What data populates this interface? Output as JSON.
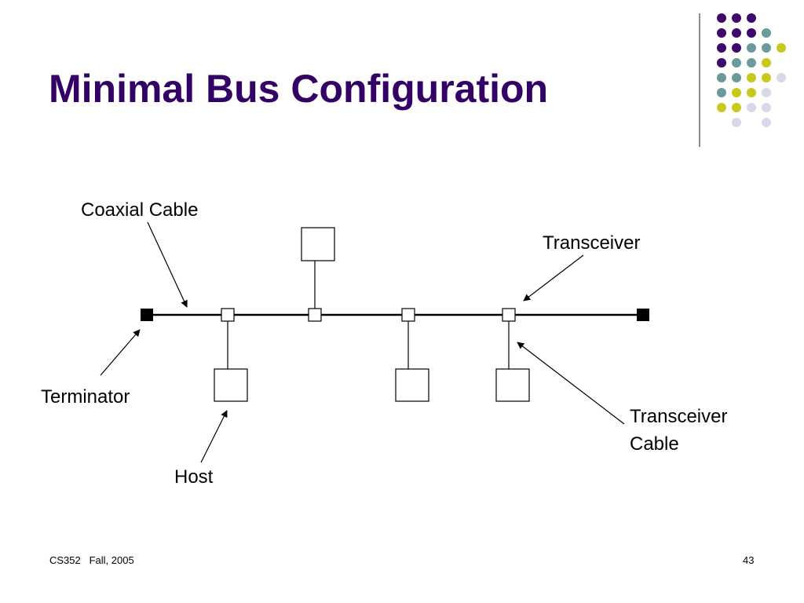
{
  "slide": {
    "title": "Minimal Bus Configuration",
    "footer_left": "CS352   Fall, 2005",
    "page_number": "43"
  },
  "diagram": {
    "labels": {
      "coaxial_cable": "Coaxial Cable",
      "transceiver": "Transceiver",
      "terminator": "Terminator",
      "host": "Host",
      "transceiver_cable_line1": "Transceiver",
      "transceiver_cable_line2": "Cable"
    }
  },
  "decoration": {
    "dot_colors": [
      "#3d0a6b",
      "#6a9a9a",
      "#c8c81e",
      "#d8d8ea"
    ]
  }
}
